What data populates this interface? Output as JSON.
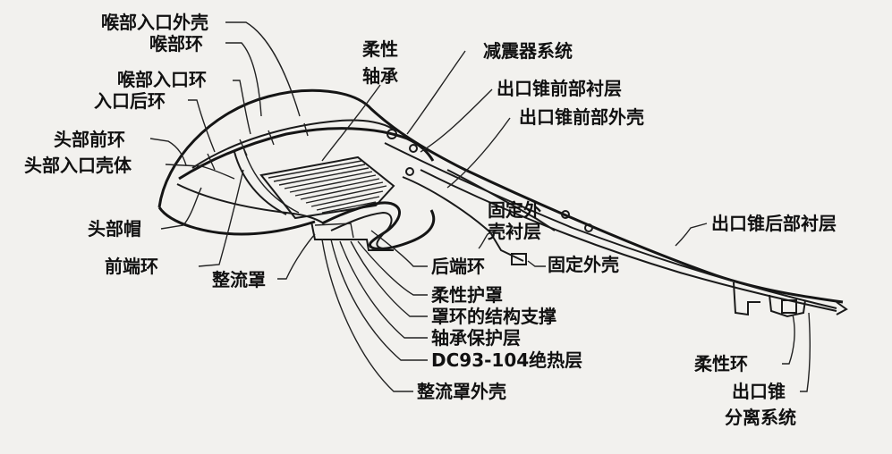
{
  "labels": {
    "throat_inlet_shell": "喉部入口外壳",
    "throat_ring": "喉部环",
    "throat_inlet_ring": "喉部入口环",
    "inlet_aft_ring": "入口后环",
    "head_front_ring": "头部前环",
    "head_inlet_shell": "头部入口壳体",
    "head_cap": "头部帽",
    "forward_end_ring": "前端环",
    "fairing": "整流罩",
    "flex_bearing_1": "柔性",
    "flex_bearing_2": "轴承",
    "damper_system": "减震器系统",
    "exit_cone_fwd_liner": "出口锥前部衬层",
    "exit_cone_fwd_shell": "出口锥前部外壳",
    "fixed_shell_liner_1": "固定外",
    "fixed_shell_liner_2": "壳衬层",
    "fixed_shell": "固定外壳",
    "aft_end_ring": "后端环",
    "flex_boot": "柔性护罩",
    "boot_ring_support": "罩环的结构支撑",
    "bearing_protector": "轴承保护层",
    "dc93_insulation": "DC93-104绝热层",
    "fairing_shell": "整流罩外壳",
    "exit_cone_aft_liner": "出口锥后部衬层",
    "flex_ring": "柔性环",
    "exit_cone_sep_1": "出口锥",
    "exit_cone_sep_2": "分离系统"
  }
}
